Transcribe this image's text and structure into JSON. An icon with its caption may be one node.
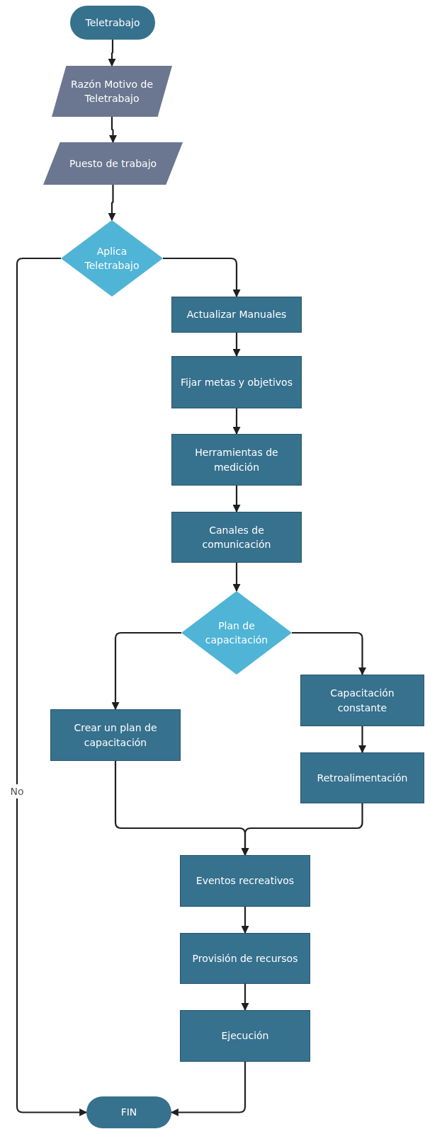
{
  "diagram": {
    "nodes": [
      {
        "text": [
          "Teletrabajo"
        ]
      },
      {
        "text": [
          "Razón Motivo de Teletrabajo"
        ]
      },
      {
        "text": [
          "Puesto de trabajo"
        ]
      },
      {
        "text": [
          "Aplica Teletrabajo"
        ]
      },
      {
        "text": [
          "Actualizar Manuales"
        ]
      },
      {
        "text": [
          "Fijar metas y objetivos"
        ]
      },
      {
        "text": [
          "Herramientas de medición"
        ]
      },
      {
        "text": [
          "Canales de comunicación"
        ]
      },
      {
        "text": [
          "Plan de capacitación"
        ]
      },
      {
        "text": [
          "Crear un plan de capacitación"
        ]
      },
      {
        "text": [
          "Capacitación constante"
        ]
      },
      {
        "text": [
          "Retroalimentación"
        ]
      },
      {
        "text": [
          "Eventos recreativos"
        ]
      },
      {
        "text": [
          "Provisión de recursos"
        ]
      },
      {
        "text": [
          "Ejecución"
        ]
      },
      {
        "text": [
          "FIN"
        ]
      }
    ],
    "edges": [
      {
        "from": 0,
        "to": 1,
        "arrow": "to"
      },
      {
        "from": 1,
        "to": 2,
        "arrow": "to"
      },
      {
        "from": 2,
        "to": 3,
        "arrow": "to"
      },
      {
        "from": 3,
        "to": 4,
        "arrow": "to"
      },
      {
        "from": 3,
        "to": 15,
        "arrow": "to",
        "label": "No"
      },
      {
        "from": 4,
        "to": 5,
        "arrow": "to"
      },
      {
        "from": 5,
        "to": 6,
        "arrow": "to"
      },
      {
        "from": 6,
        "to": 7,
        "arrow": "to"
      },
      {
        "from": 7,
        "to": 8,
        "arrow": "to"
      },
      {
        "from": 8,
        "to": 9,
        "arrow": "to"
      },
      {
        "from": 8,
        "to": 10,
        "arrow": "to"
      },
      {
        "from": 10,
        "to": 11,
        "arrow": "to"
      },
      {
        "from": 9,
        "to": 12,
        "arrow": "to"
      },
      {
        "from": 11,
        "to": 12,
        "arrow": "to"
      },
      {
        "from": 12,
        "to": 13,
        "arrow": "to"
      },
      {
        "from": 13,
        "to": 14,
        "arrow": "to"
      },
      {
        "from": 14,
        "to": 15,
        "arrow": "to"
      }
    ]
  }
}
